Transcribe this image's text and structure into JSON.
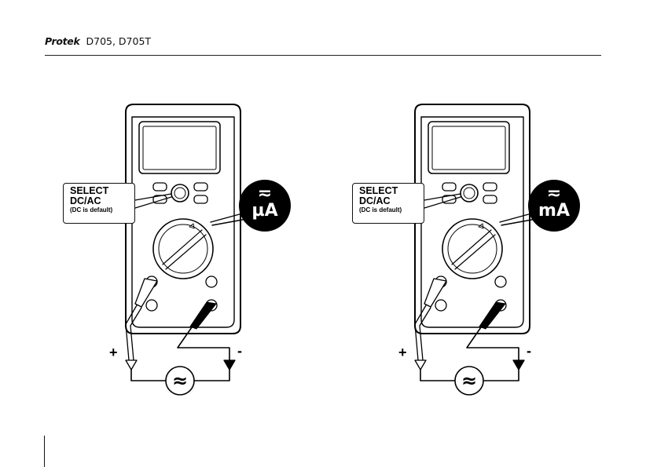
{
  "header": {
    "brand": "Protek",
    "model": "D705, D705T"
  },
  "figures": [
    {
      "callout_line1": "SELECT",
      "callout_line2": "DC/AC",
      "callout_line3": "(DC is default)",
      "mode_symbol": "≂",
      "mode_unit": "µA",
      "plus": "+",
      "minus": "-",
      "source_symbol": "≈"
    },
    {
      "callout_line1": "SELECT",
      "callout_line2": "DC/AC",
      "callout_line3": "(DC is default)",
      "mode_symbol": "≂",
      "mode_unit": "mA",
      "plus": "+",
      "minus": "-",
      "source_symbol": "≈"
    }
  ]
}
